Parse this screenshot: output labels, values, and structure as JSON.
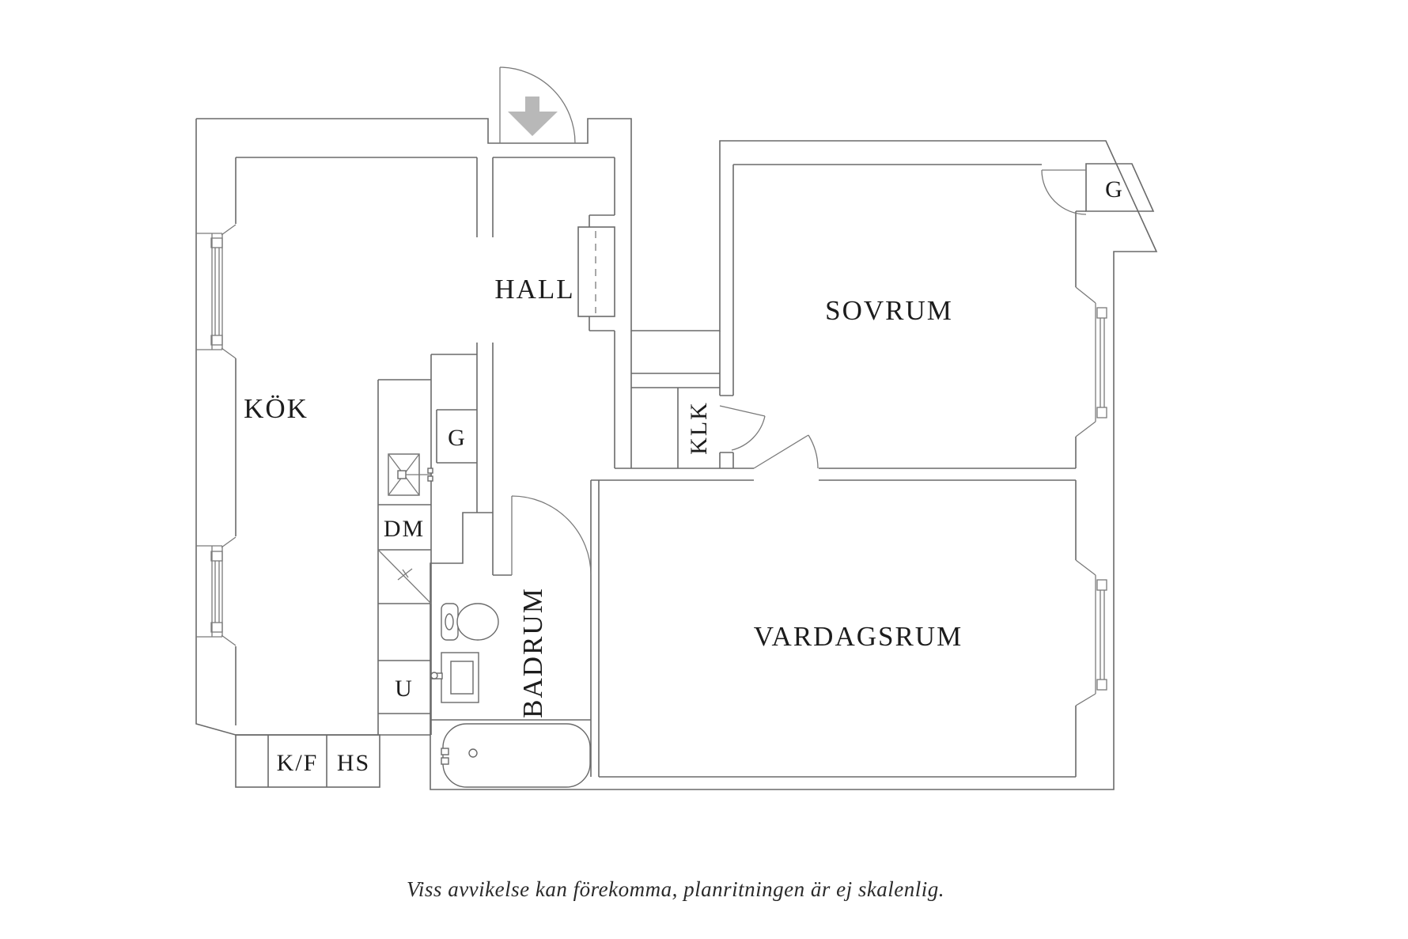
{
  "floor_plan": {
    "rooms": [
      {
        "id": "hall",
        "label": "HALL"
      },
      {
        "id": "sovrum",
        "label": "SOVRUM"
      },
      {
        "id": "kok",
        "label": "KÖK"
      },
      {
        "id": "klk",
        "label": "KLK"
      },
      {
        "id": "vardagsrum",
        "label": "VARDAGSRUM"
      },
      {
        "id": "badrum",
        "label": "BADRUM"
      }
    ],
    "closets": [
      {
        "id": "garderob-bedroom",
        "label": "G"
      },
      {
        "id": "garderob-kitchen",
        "label": "G"
      }
    ],
    "fixtures": [
      {
        "id": "dishwasher",
        "label": "DM"
      },
      {
        "id": "oven",
        "label": "U"
      },
      {
        "id": "fridge-freezer",
        "label": "K/F"
      },
      {
        "id": "tall-cabinet",
        "label": "HS"
      }
    ],
    "caption": "Viss avvikelse kan förekomma, planritningen är ej skalenlig.",
    "colors": {
      "wall_line": "#6a6a6a",
      "label_text": "#1c1c1c",
      "entrance_arrow": "#b8b8b8",
      "background": "#ffffff"
    },
    "icons": [
      "entrance-arrow-icon",
      "door-swing-arc",
      "window-symbol",
      "toilet-symbol",
      "bathtub-symbol",
      "sink-symbol",
      "stove-symbol",
      "wardrobe-rail-dashed"
    ]
  }
}
